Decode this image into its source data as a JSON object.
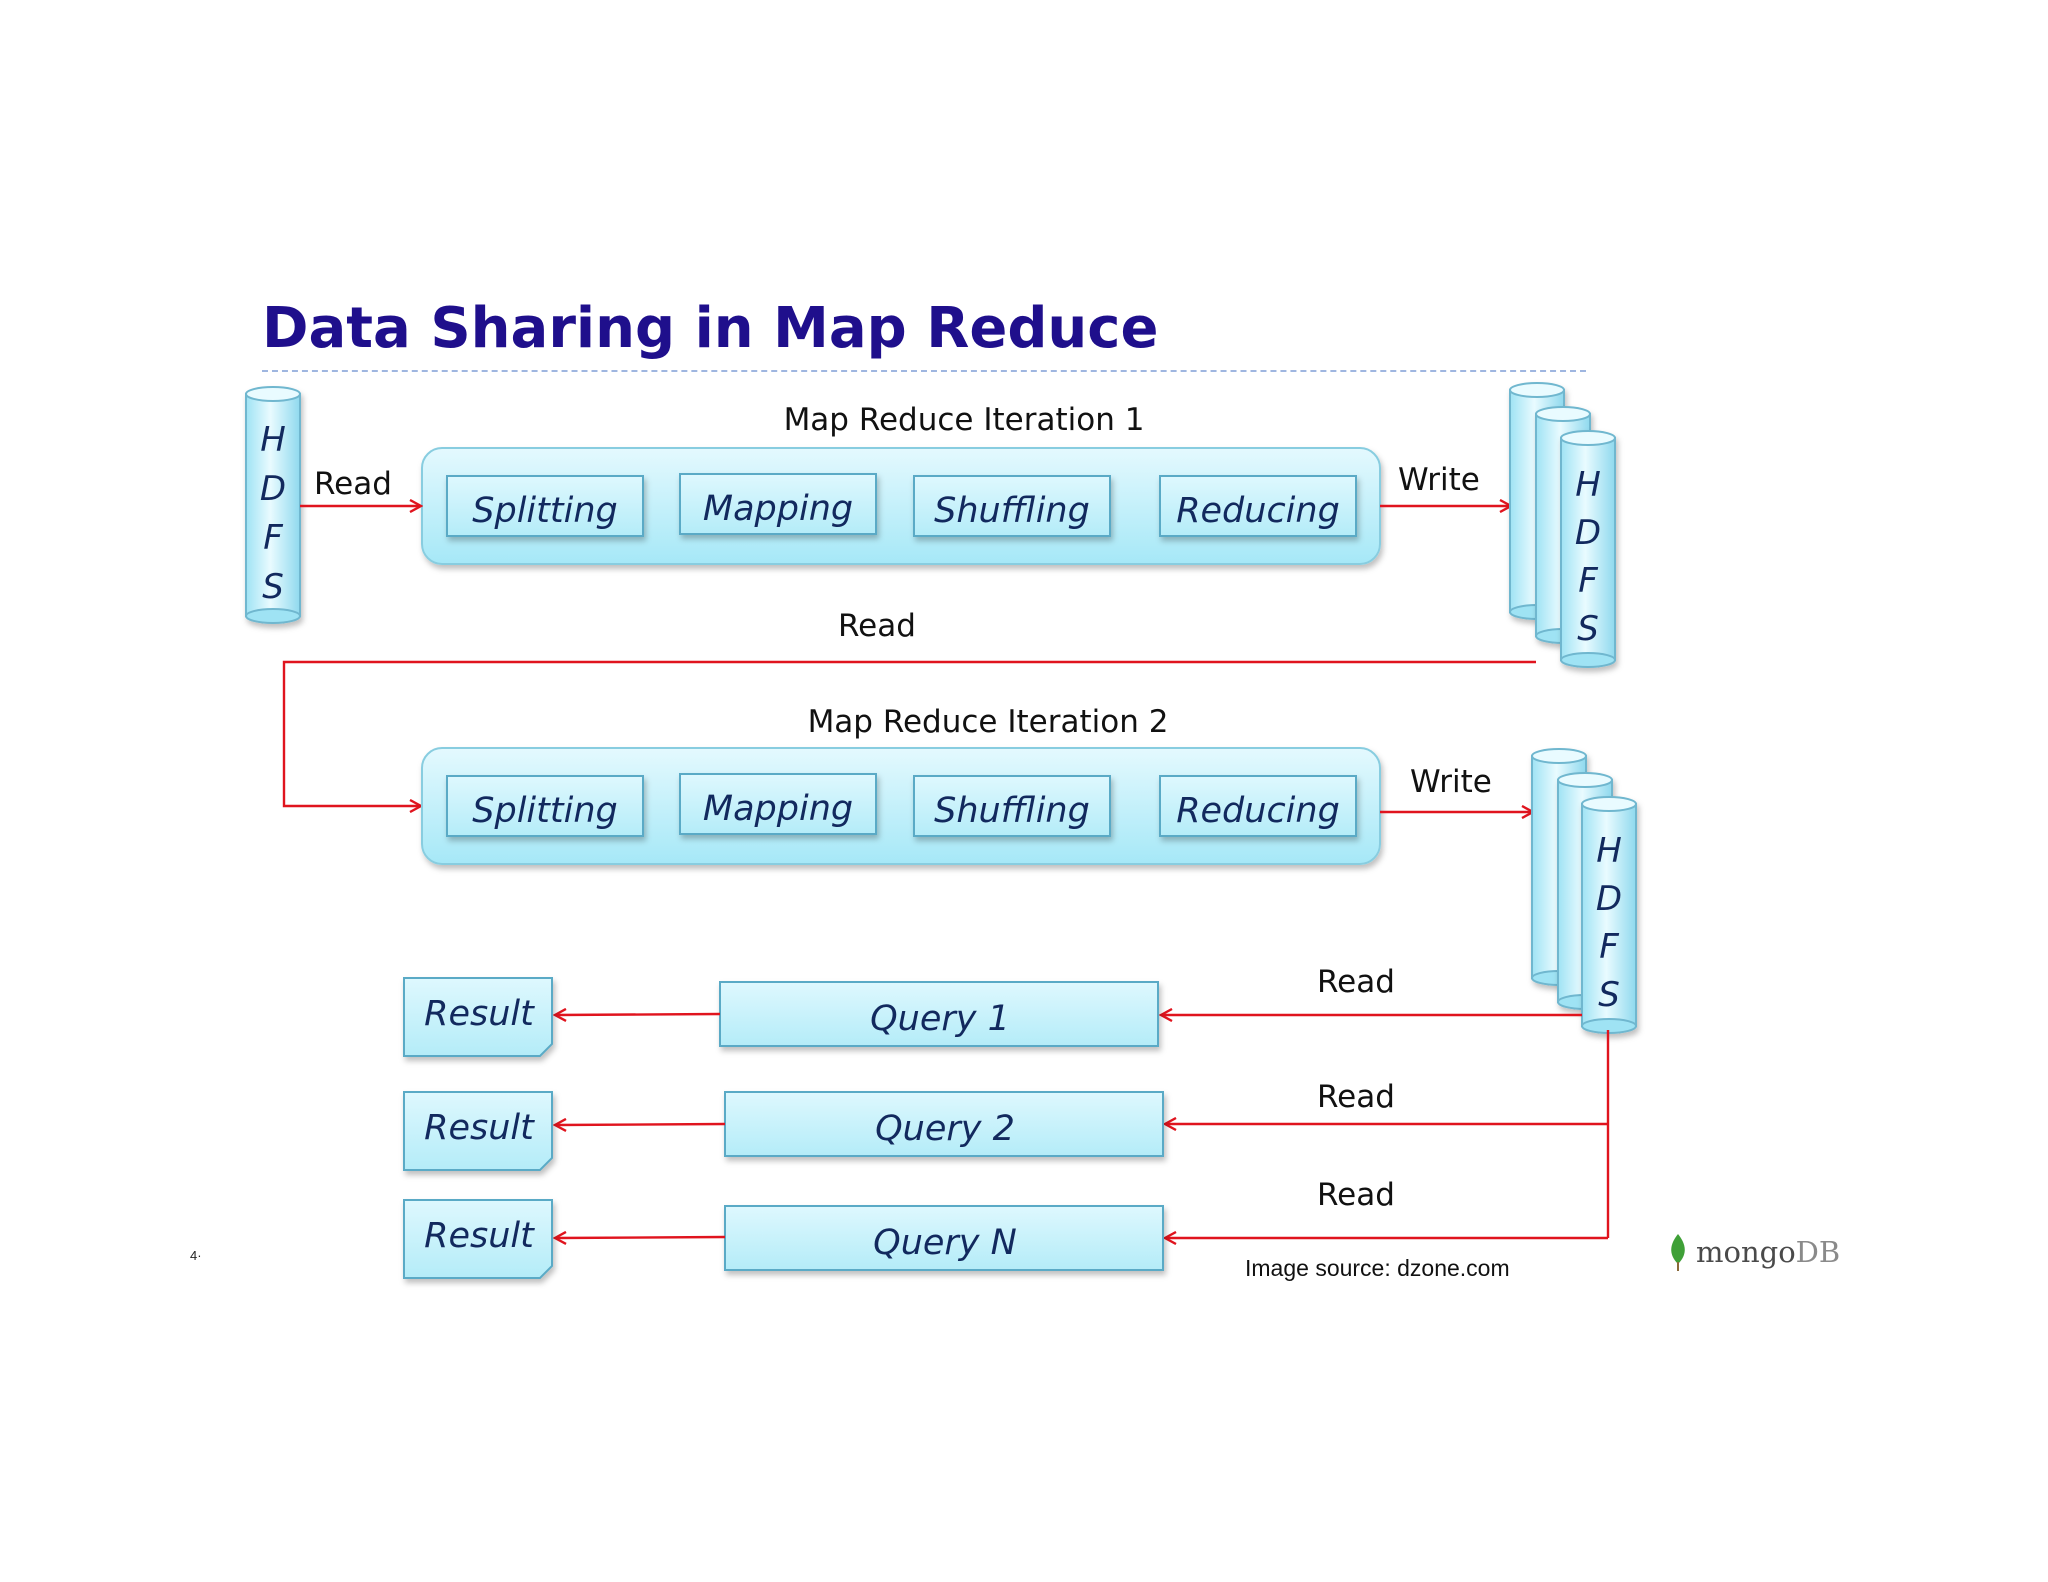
{
  "title": "Data Sharing in Map Reduce",
  "hdfs_letters": [
    "H",
    "D",
    "F",
    "S"
  ],
  "iterations": [
    {
      "label": "Map Reduce Iteration 1",
      "stages": [
        "Splitting",
        "Mapping",
        "Shuffling",
        "Reducing"
      ]
    },
    {
      "label": "Map Reduce Iteration 2",
      "stages": [
        "Splitting",
        "Mapping",
        "Shuffling",
        "Reducing"
      ]
    }
  ],
  "edges": {
    "read_1": "Read",
    "write_1": "Write",
    "read_between": "Read",
    "write_2": "Write",
    "query_reads": [
      "Read",
      "Read",
      "Read"
    ]
  },
  "queries": [
    "Query 1",
    "Query 2",
    "Query N"
  ],
  "results": [
    "Result",
    "Result",
    "Result"
  ],
  "footer": {
    "page_number": "4·",
    "image_source": "Image source: dzone.com",
    "logo_text_a": "mongo",
    "logo_text_b": "DB"
  },
  "colors": {
    "title": "#1f0f8c",
    "box_fill_top": "#d9f6fd",
    "box_fill_bottom": "#9fe6f6",
    "box_stroke": "#6fb7cf",
    "arrow": "#e0141e",
    "stage_text": "#12295e",
    "logo_leaf": "#3fa037"
  }
}
